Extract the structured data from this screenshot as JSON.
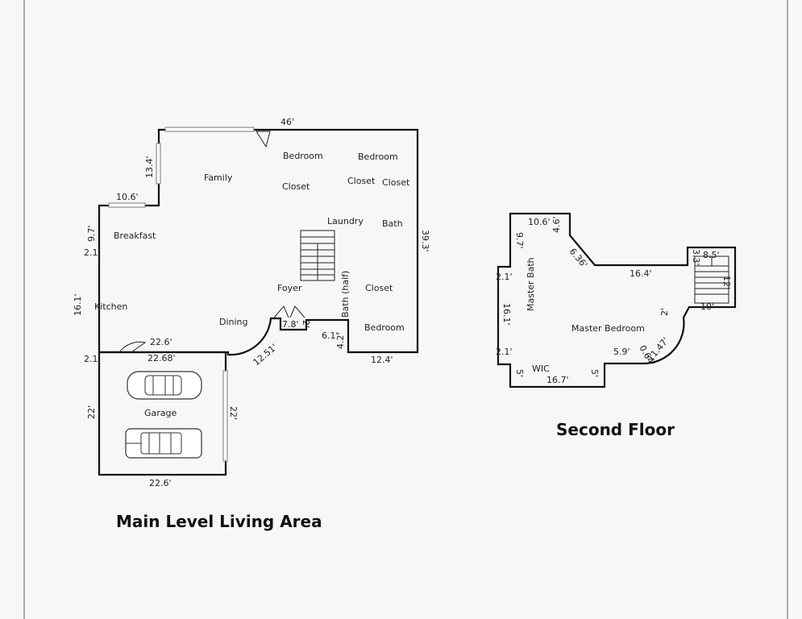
{
  "titles": {
    "main": "Main Level Living Area",
    "second": "Second Floor"
  },
  "main_rooms": {
    "family": "Family",
    "bedroom1": "Bedroom",
    "bedroom2": "Bedroom",
    "closet1": "Closet",
    "closet2": "Closet",
    "closet3": "Closet",
    "laundry": "Laundry",
    "bath": "Bath",
    "breakfast": "Breakfast",
    "kitchen": "Kitchen",
    "dining": "Dining",
    "foyer": "Foyer",
    "bath_half": "Bath (half)",
    "closet4": "Closet",
    "bedroom3": "Bedroom",
    "garage": "Garage"
  },
  "main_dims": {
    "top": "46'",
    "d13_4": "13.4'",
    "d10_6": "10.6'",
    "d9_7": "9.7'",
    "d2_1a": "2.1'",
    "d16_1": "16.1'",
    "d2_1b": "2.1'",
    "d22_6a": "22.6'",
    "d22_68": "22.68'",
    "d39_3": "39.3'",
    "d7_8": "7.8'",
    "d2": "2'",
    "d6_1": "6.1'",
    "d4_2": "4.2'",
    "d12_4": "12.4'",
    "d12_51": "12.51'",
    "g22a": "22'",
    "g22b": "22'",
    "g22_6": "22.6'"
  },
  "second_rooms": {
    "master_bath": "Master Bath",
    "master_bedroom": "Master Bedroom",
    "wic": "WIC"
  },
  "second_dims": {
    "d10_6": "10.6'",
    "d4_6": "4.6'",
    "d9_7": "9.7'",
    "d6_36": "6.36'",
    "d2_1a": "2.1'",
    "d16_4": "16.4'",
    "d3_3": "3.3'",
    "d8_5": "8.5'",
    "d12": "12'",
    "d16_1": "16.1'",
    "d10": "10'",
    "d2": "2'",
    "d2_1b": "2.1'",
    "d5_9": "5.9'",
    "d0_64": "0.64'",
    "d11_47": "11.47'",
    "d5a": "5'",
    "d5b": "5'",
    "d16_7": "16.7'"
  }
}
